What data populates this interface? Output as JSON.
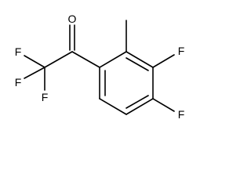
{
  "molecule": {
    "atoms": {
      "oxygen": "O",
      "fluorine_cf3_top": "F",
      "fluorine_cf3_left": "F",
      "fluorine_cf3_bottom": "F",
      "fluorine_ring_3": "F",
      "fluorine_ring_4": "F"
    },
    "colors": {
      "bond": "#000000",
      "label": "#000000",
      "background": "#ffffff"
    }
  }
}
